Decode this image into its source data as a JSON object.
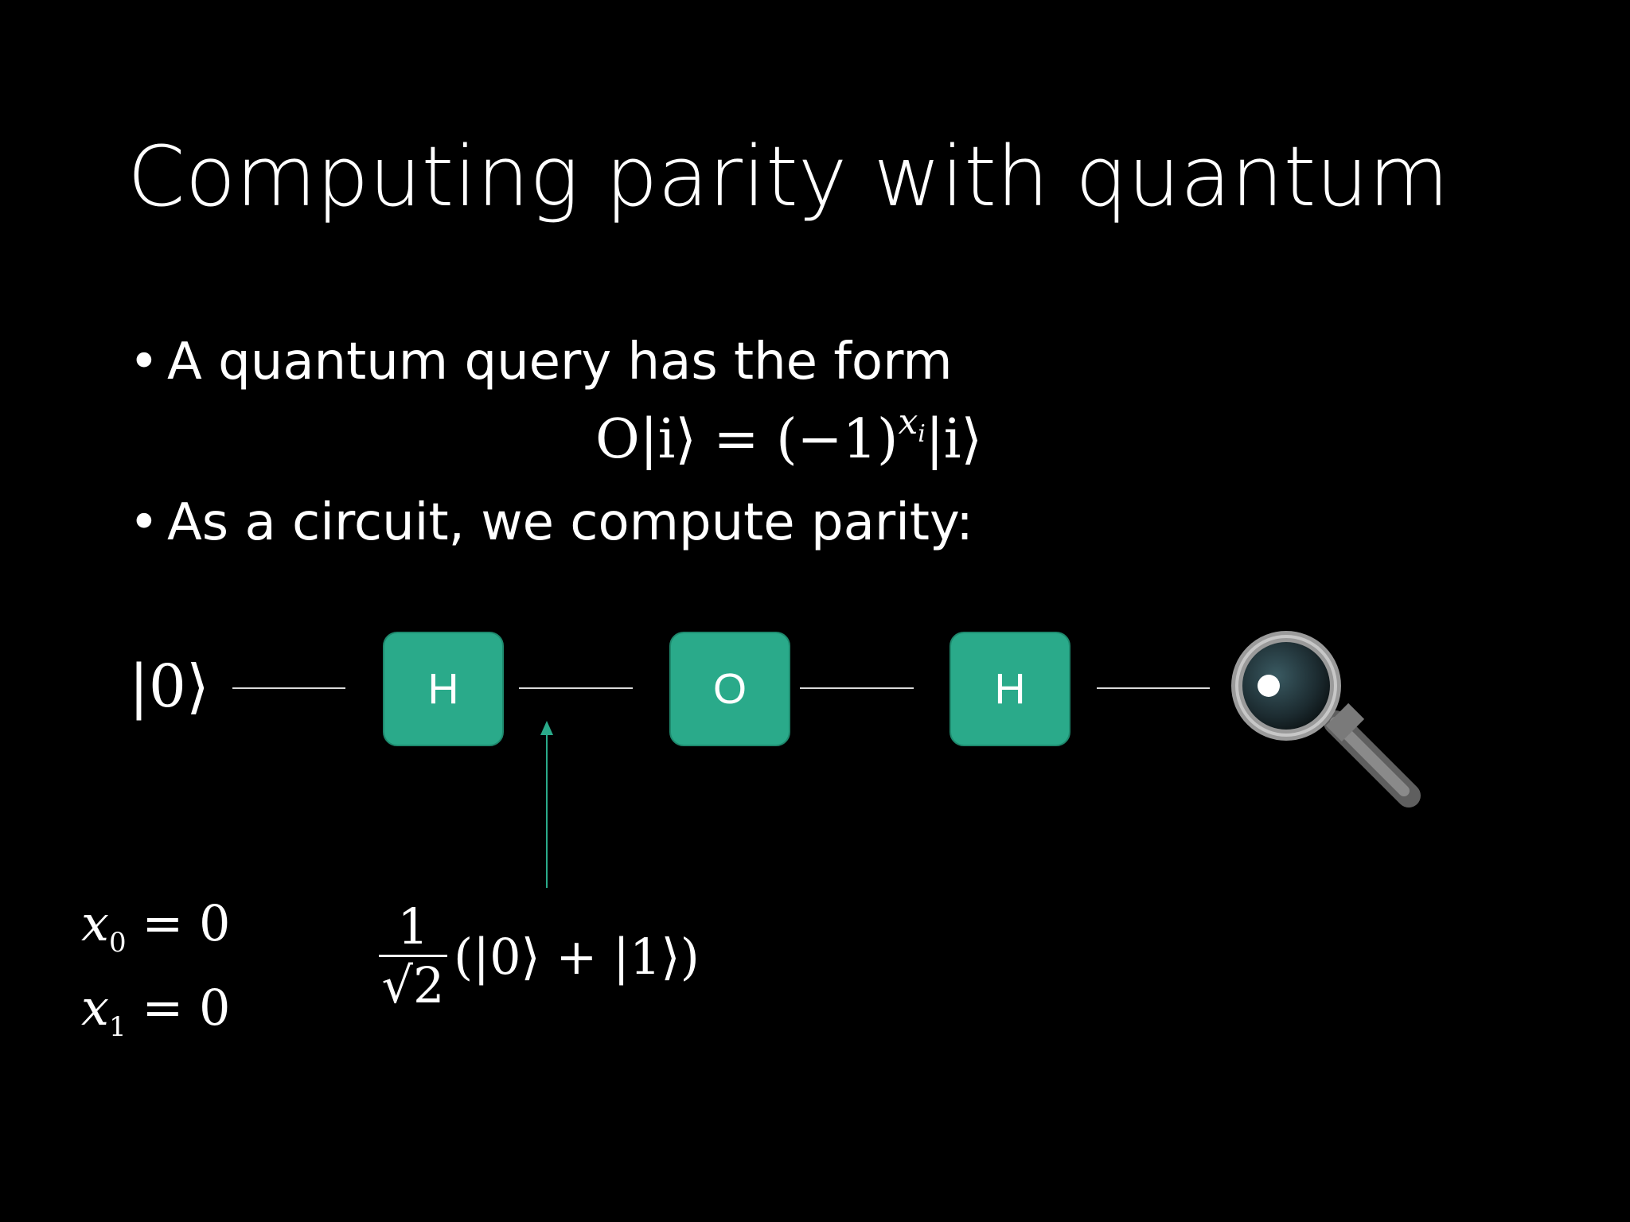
{
  "slide": {
    "title": "Computing parity with quantum",
    "bullets": [
      "A quantum query has the form",
      "As a circuit, we compute parity:"
    ]
  },
  "oracle_formula": {
    "lhs": "O|i⟩ = (−1)",
    "exponent": "x",
    "exponent_sub": "i",
    "rhs": "|i⟩"
  },
  "circuit": {
    "input_state": "|0⟩",
    "gates": [
      "H",
      "O",
      "H"
    ],
    "measure_icon": "magnifier-icon",
    "gate_color": "#2aaa8a"
  },
  "annotations": {
    "x_values": [
      {
        "var": "x",
        "sub": "0",
        "rest": " = 0"
      },
      {
        "var": "x",
        "sub": "1",
        "rest": " = 0"
      }
    ],
    "superposition": {
      "numerator": "1",
      "denominator": "√2",
      "state": "(|0⟩ + |1⟩)"
    }
  }
}
